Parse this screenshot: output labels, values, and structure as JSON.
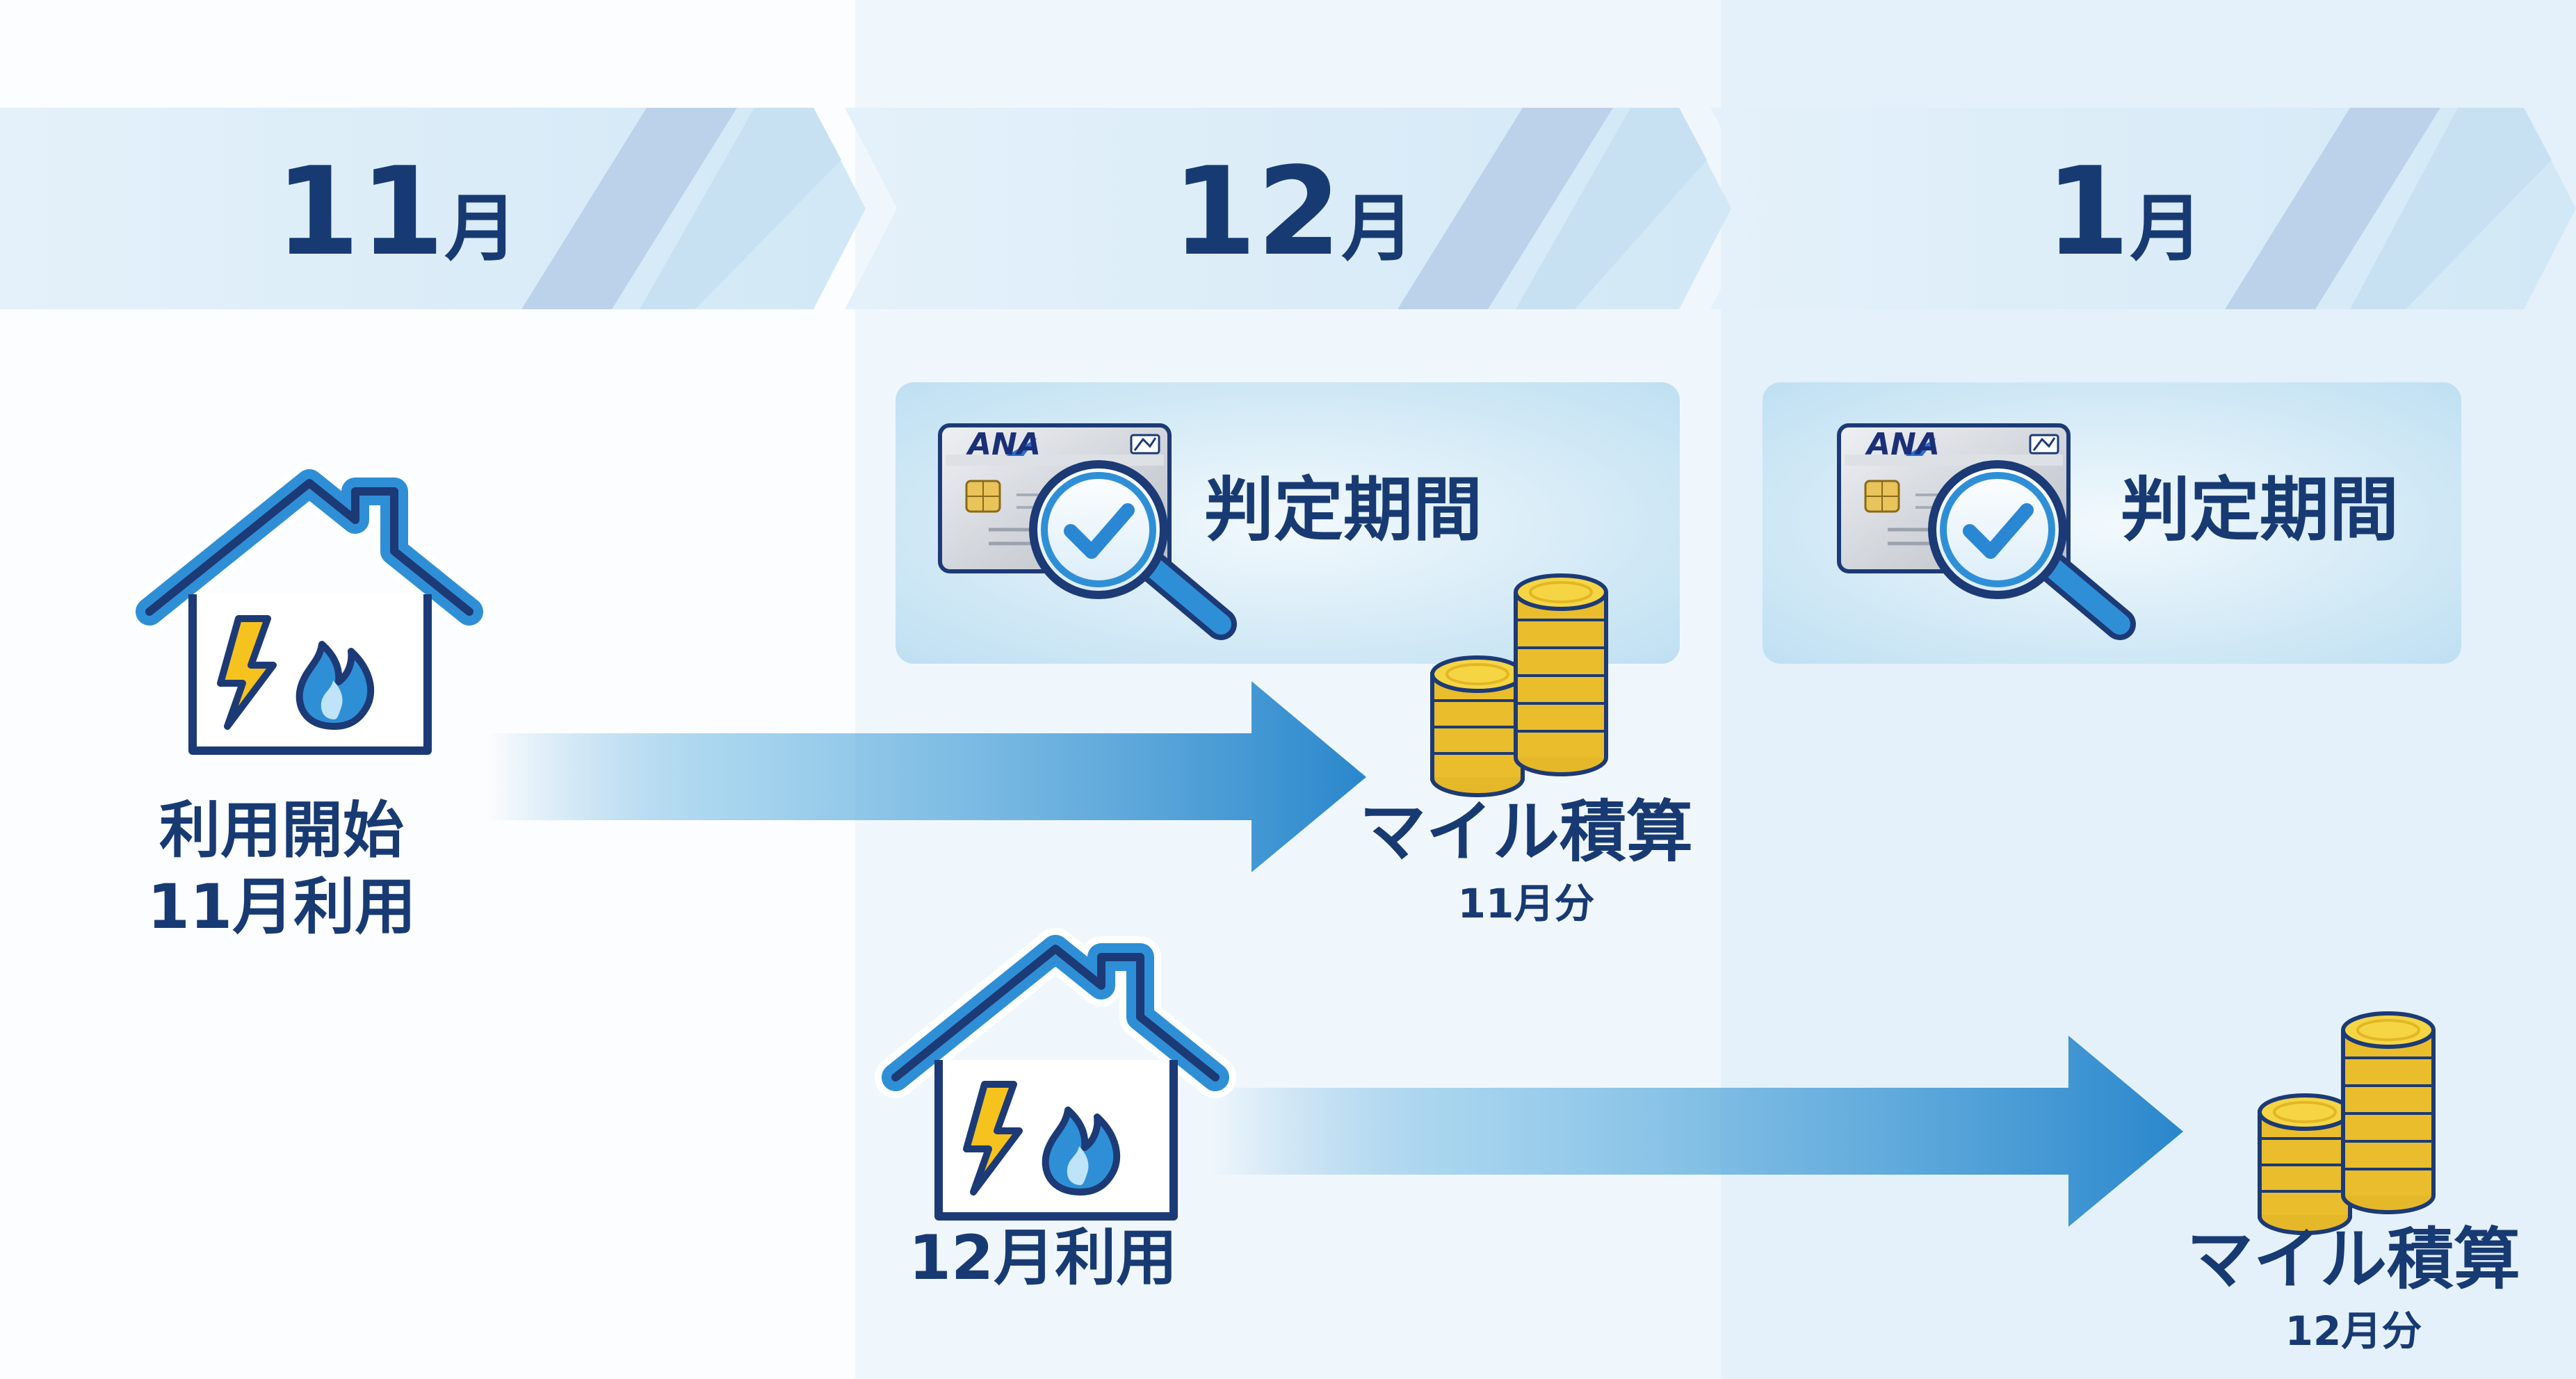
{
  "timeline": {
    "months": [
      {
        "number": "11",
        "unit": "月"
      },
      {
        "number": "12",
        "unit": "月"
      },
      {
        "number": "1",
        "unit": "月"
      }
    ]
  },
  "judgement": {
    "label": "判定期間",
    "card_brand": "ANA"
  },
  "usage_start": {
    "line1": "利用開始",
    "line2": "11月利用"
  },
  "usage_dec": {
    "label": "12月利用"
  },
  "miles_nov": {
    "title": "マイル積算",
    "subtitle": "11月分"
  },
  "miles_dec": {
    "title": "マイル積算",
    "subtitle": "12月分"
  },
  "colors": {
    "navy": "#183a73",
    "accent_blue": "#2a8bd0",
    "coin_gold": "#f3cd3a",
    "bolt_yellow": "#f6c21d"
  },
  "icons": [
    "house-energy-icon",
    "credit-card-icon",
    "magnifier-check-icon",
    "coin-stack-icon",
    "arrow-right-icon"
  ]
}
